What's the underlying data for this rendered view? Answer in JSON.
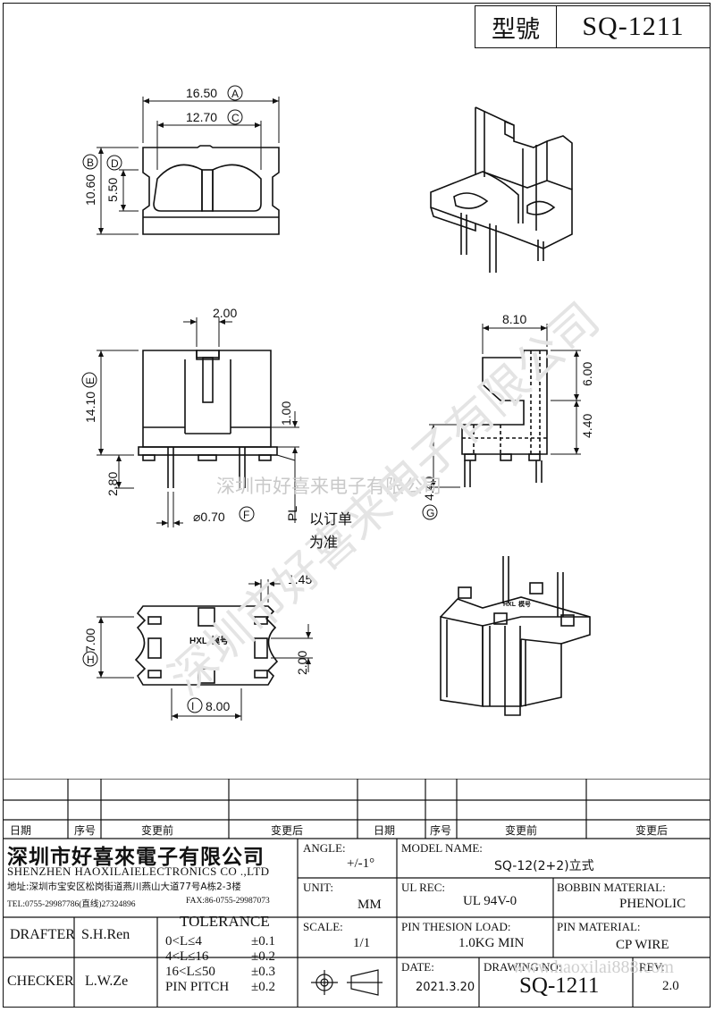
{
  "header": {
    "model_label": "型號",
    "model_value": "SQ-1211"
  },
  "dimensions": {
    "top_view": {
      "A": "16.50",
      "A_tag": "A",
      "C": "12.70",
      "C_tag": "C",
      "B": "10.60",
      "B_tag": "B",
      "D": "5.50",
      "D_tag": "D"
    },
    "front_view": {
      "top_width": "2.00",
      "height": "14.10",
      "height_tag": "E",
      "slot": "1.00",
      "pin_len": "2.80",
      "pin_dia": "⌀0.70",
      "pin_dia_tag": "F",
      "pl": "PL"
    },
    "side_view": {
      "width": "8.10",
      "upper": "6.00",
      "lower": "4.40",
      "pin": "4.40",
      "pin_tag": "G"
    },
    "bottom_view": {
      "notch": "1.45",
      "height": "7.00",
      "height_tag": "H",
      "right": "2.00",
      "width": "8.00",
      "width_tag": "I",
      "marking_brand": "HXL",
      "marking_model": "模号"
    },
    "iso_marking_brand": "HXL",
    "iso_marking_model": "模号"
  },
  "pl_note": {
    "line1": "以订单",
    "line2": "为准"
  },
  "watermarks": {
    "center": "深圳市好喜来电子有限公司",
    "diag1": "深圳市好喜来电子有限公司",
    "bottom": "www.haoxilai888.com"
  },
  "revision": {
    "headers": [
      "日期",
      "序号",
      "变更前",
      "变更后",
      "日期",
      "序号",
      "变更前",
      "变更后"
    ]
  },
  "company": {
    "name_cn": "深圳市好喜來電子有限公司",
    "name_en": "SHENZHEN HAOXILAIELECTRONICS CO .,LTD",
    "address": "地址:深圳市宝安区松岗街道燕川燕山大道77号A栋2-3楼",
    "tel": "TEL:0755-29987786(直线)27324896",
    "fax": "FAX:86-0755-29987073"
  },
  "fields": {
    "angle_label": "ANGLE:",
    "angle_value": "+/-1°",
    "model_name_label": "MODEL NAME:",
    "model_name_value": "SQ-12(2+2)立式",
    "unit_label": "UNIT:",
    "unit_value": "MM",
    "ul_label": "UL REC:",
    "ul_value": "UL 94V-0",
    "bobbin_label": "BOBBIN MATERIAL:",
    "bobbin_value": "PHENOLIC",
    "scale_label": "SCALE:",
    "scale_value": "1/1",
    "pin_load_label": "PIN THESION LOAD:",
    "pin_load_value": "1.0KG MIN",
    "pin_mat_label": "PIN MATERIAL:",
    "pin_mat_value": "CP WIRE",
    "date_label": "DATE:",
    "date_value": "2021.3.20",
    "drawing_label": "DRAWING NO:",
    "drawing_value": "SQ-1211",
    "rev_label": "REV:",
    "rev_value": "2.0",
    "drafter_label": "DRAFTER",
    "drafter_value": "S.H.Ren",
    "checker_label": "CHECKER",
    "checker_value": "L.W.Ze",
    "tolerance_label": "TOLERANCE",
    "tol": [
      {
        "range": "0<L≤4",
        "val": "±0.1"
      },
      {
        "range": "4<L≤16",
        "val": "±0.2"
      },
      {
        "range": "16<L≤50",
        "val": "±0.3"
      },
      {
        "range": "PIN PITCH",
        "val": "±0.2"
      }
    ]
  }
}
